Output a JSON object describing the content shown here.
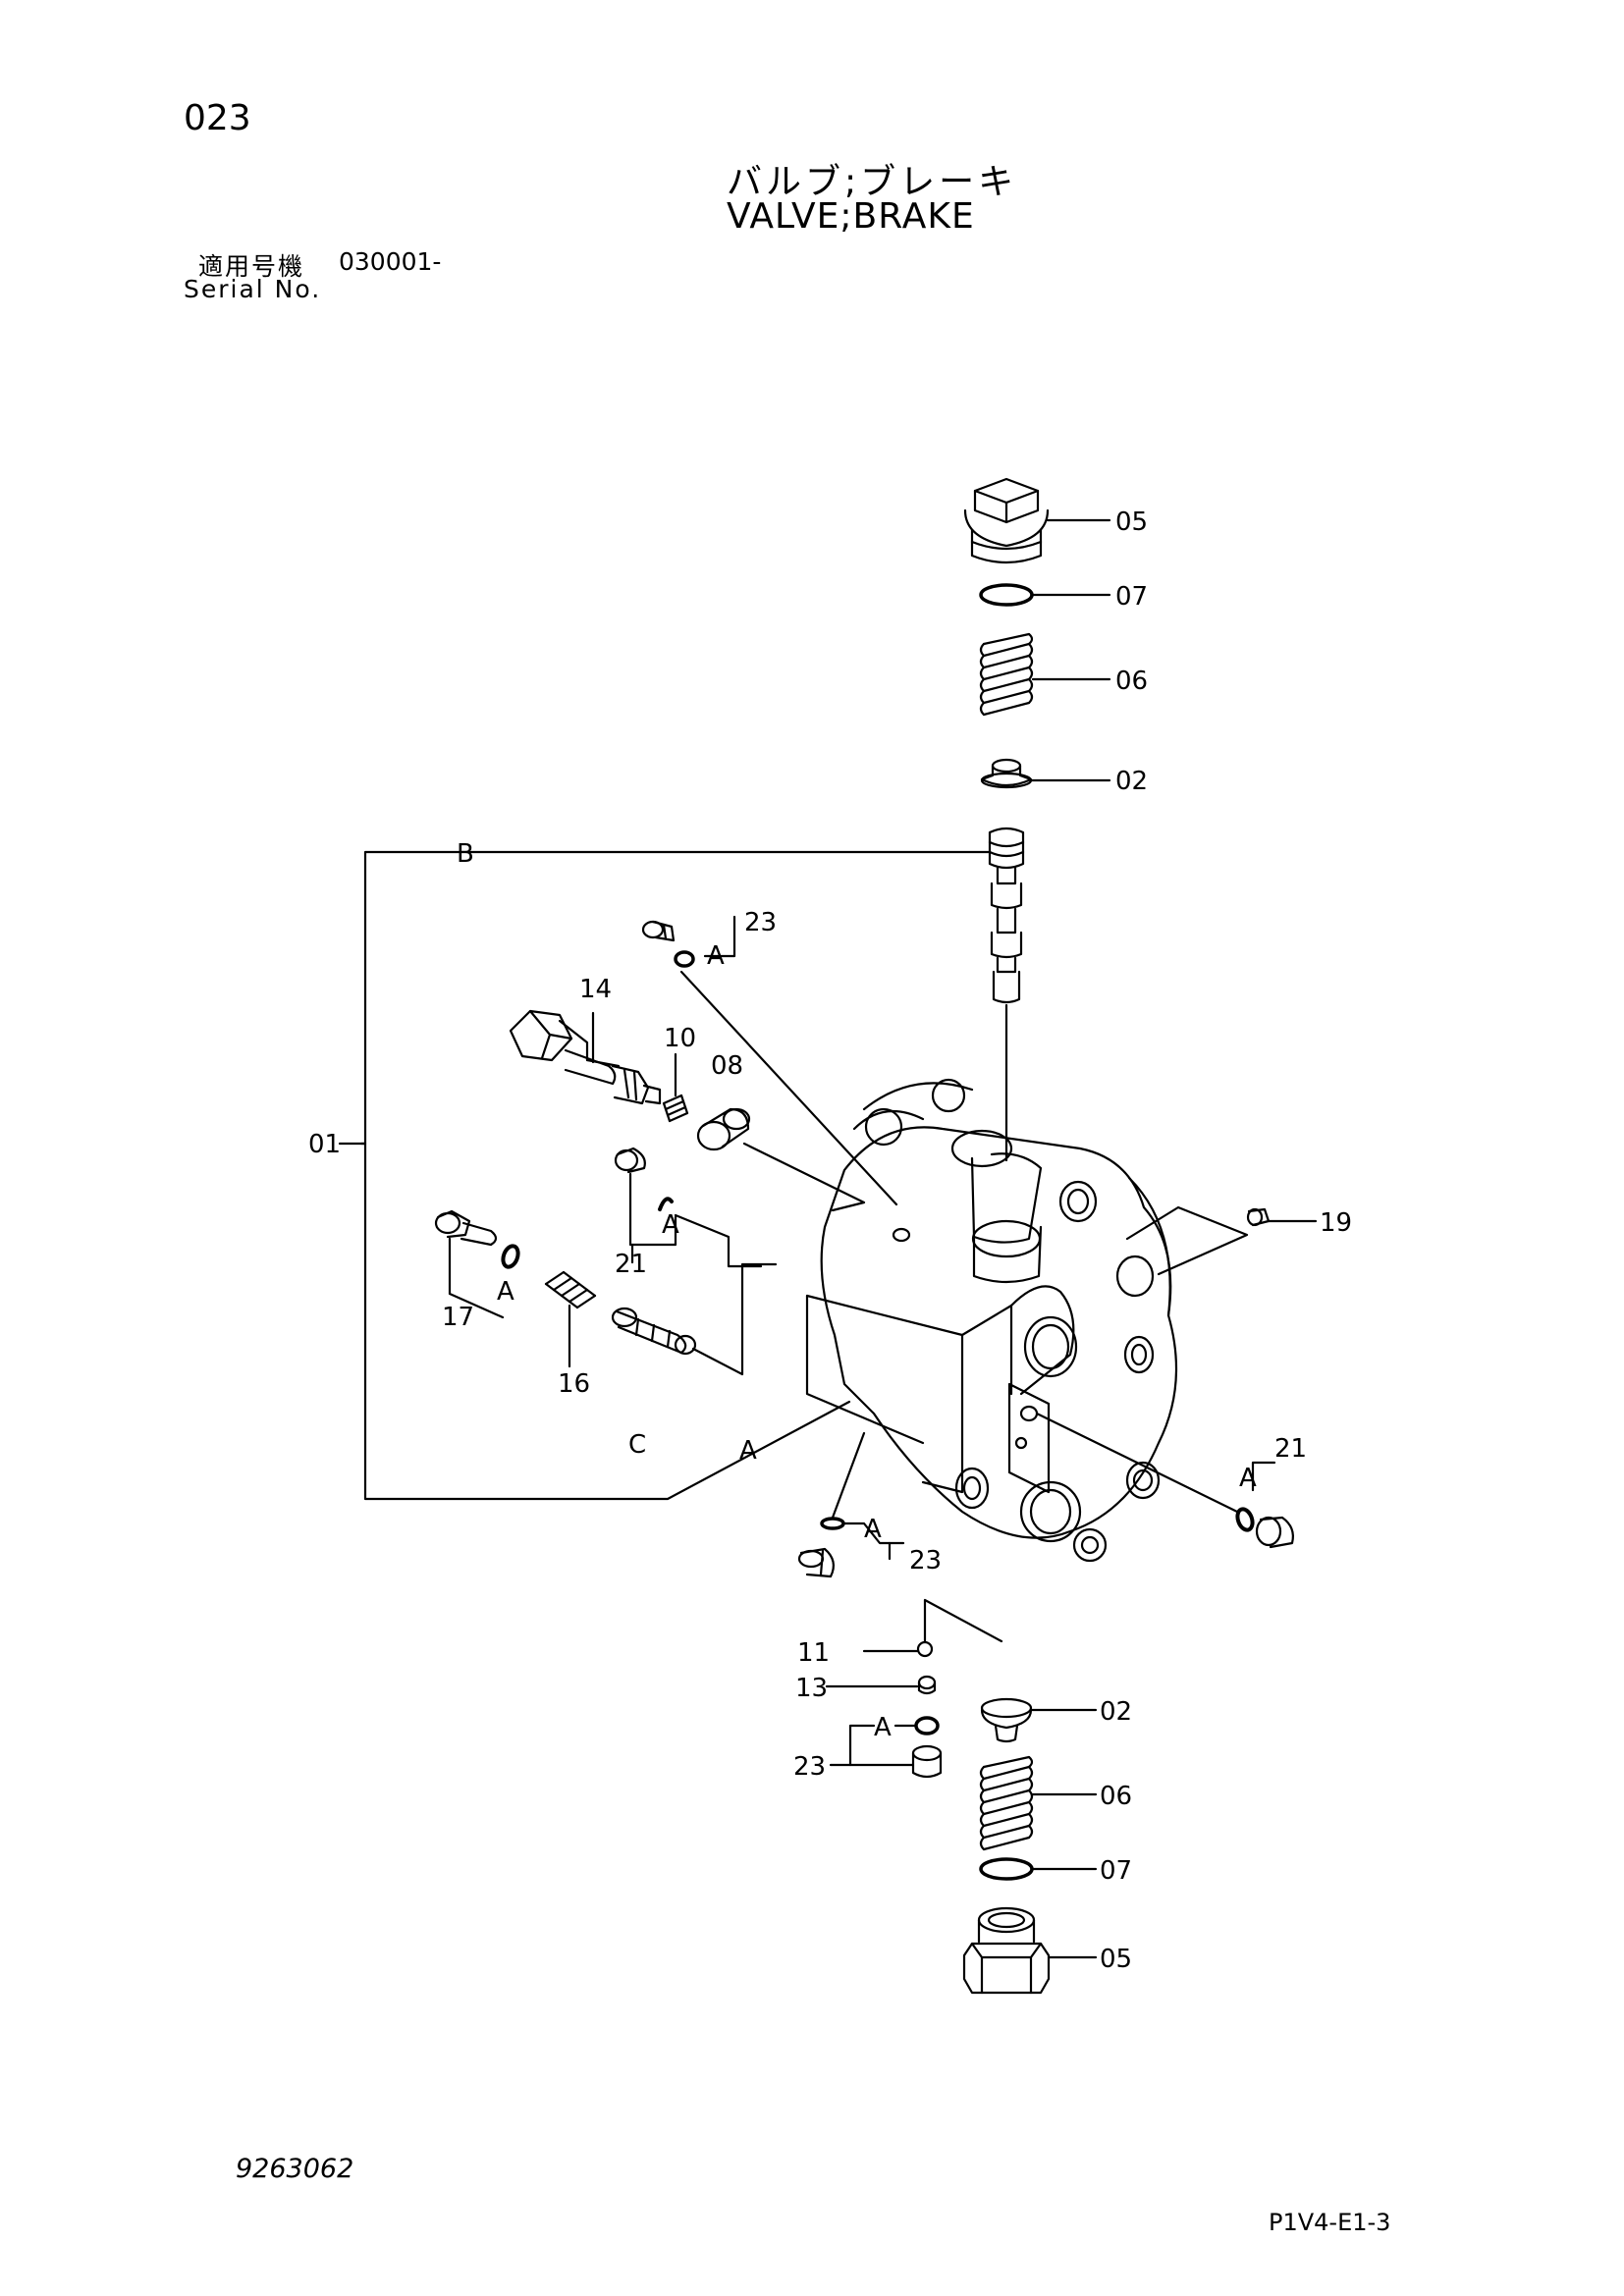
{
  "header": {
    "page_number": "023",
    "title_jp": "バルブ;ブレーキ",
    "title_en": "VALVE;BRAKE",
    "serial_label_jp": "適用号機",
    "serial_value": "030001-",
    "serial_label_en": "Serial No."
  },
  "footer": {
    "drawing_number": "9263062",
    "page_code": "P1V4-E1-3"
  },
  "callouts": {
    "c05_top": "05",
    "c07_top": "07",
    "c06_top": "06",
    "c02_top": "02",
    "b": "B",
    "c23_top": "23",
    "a_23_top": "A",
    "c14": "14",
    "c10": "10",
    "c08": "08",
    "c01": "01",
    "a_21_left": "A",
    "c21_left": "21",
    "a_17": "A",
    "c17": "17",
    "c16": "16",
    "c19": "19",
    "c": "C",
    "a_frame": "A",
    "a_21_right": "A",
    "c21_right": "21",
    "a_23_mid": "A",
    "c23_mid": "23",
    "c11": "11",
    "c13": "13",
    "a_23_low": "A",
    "c23_low": "23",
    "c02_bottom": "02",
    "c06_bottom": "06",
    "c07_bottom": "07",
    "c05_bottom": "05"
  }
}
